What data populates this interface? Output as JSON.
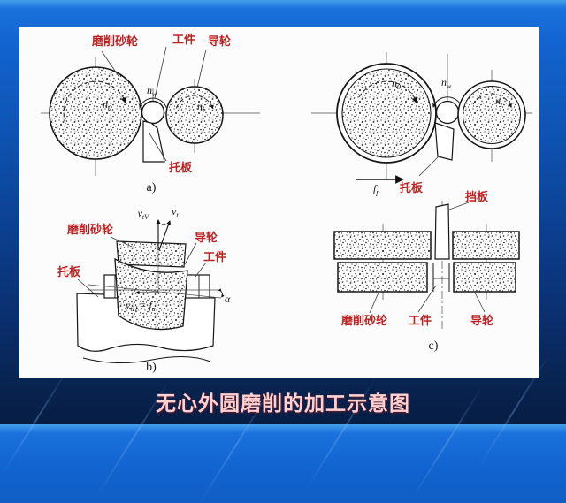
{
  "slide": {
    "caption": "无心外圆磨削的加工示意图"
  },
  "labels": {
    "grinding_wheel": "磨削砂轮",
    "workpiece": "工件",
    "guide_wheel": "导轮",
    "support_plate": "托板",
    "baffle": "挡板"
  },
  "subfigures": {
    "a": "a)",
    "b": "b)",
    "c": "c)"
  },
  "math": {
    "n": "n",
    "sub_0": "0",
    "sub_w": "w",
    "sub_t": "t",
    "f": "f",
    "sub_p": "p",
    "sub_a": "a",
    "v": "v",
    "sub_tV": "tV",
    "sub_tH": "tH",
    "equals": "=",
    "alpha": "α"
  },
  "colors": {
    "background_top_blue": "#1264d0",
    "background_bottom_navy": "#071d44",
    "panel_white": "#fcfcfc",
    "label_red": "#bb2222",
    "caption_pink": "#ffd2d2",
    "line_black": "#161616"
  }
}
